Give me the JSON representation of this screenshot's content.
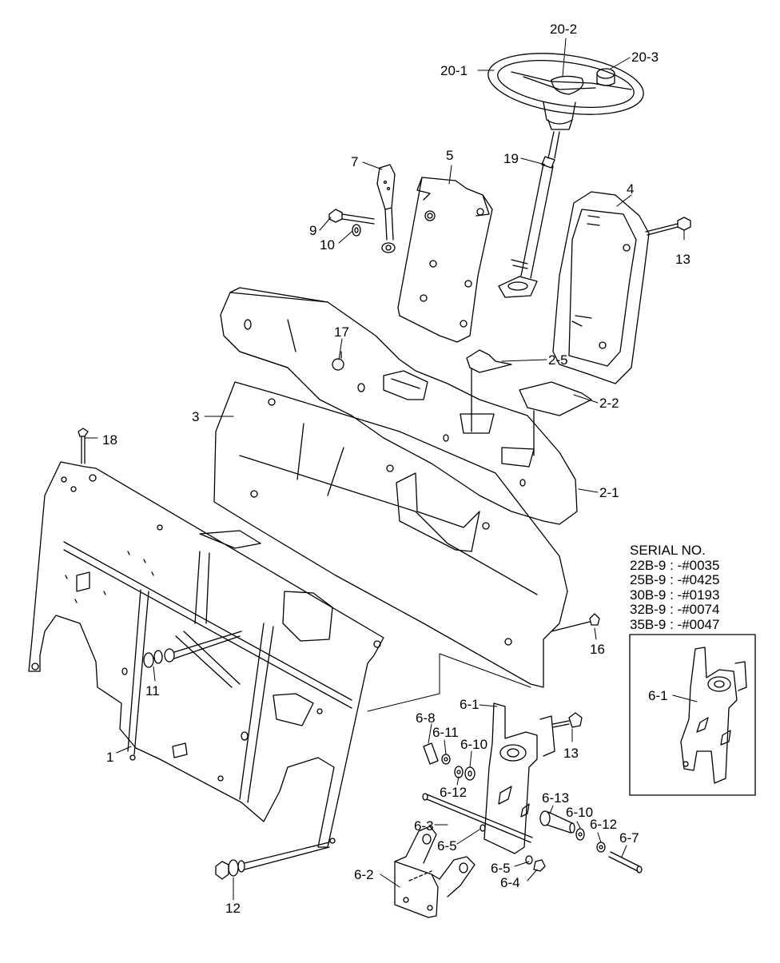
{
  "callouts": {
    "p20_2": "20-2",
    "p20_1": "20-1",
    "p20_3": "20-3",
    "p5": "5",
    "p7": "7",
    "p19": "19",
    "p4": "4",
    "p9": "9",
    "p10": "10",
    "p13a": "13",
    "p17": "17",
    "p2_5": "2-5",
    "p2_2": "2-2",
    "p3": "3",
    "p18": "18",
    "p2_1": "2-1",
    "p16": "16",
    "p11": "11",
    "p6_1": "6-1",
    "p6_8": "6-8",
    "p6_11": "6-11",
    "p6_10a": "6-10",
    "p13b": "13",
    "p1": "1",
    "p6_12a": "6-12",
    "p6_13": "6-13",
    "p6_10b": "6-10",
    "p6_3": "6-3",
    "p6_12b": "6-12",
    "p6_5a": "6-5",
    "p6_7": "6-7",
    "p6_5b": "6-5",
    "p6_2": "6-2",
    "p6_4": "6-4",
    "p12": "12",
    "p6_1_inset": "6-1"
  },
  "serial": {
    "title": "SERIAL NO.",
    "lines": [
      "22B-9 : -#0035",
      "25B-9 : -#0425",
      "30B-9 : -#0193",
      "32B-9 : -#0074",
      "35B-9 : -#0047"
    ]
  }
}
